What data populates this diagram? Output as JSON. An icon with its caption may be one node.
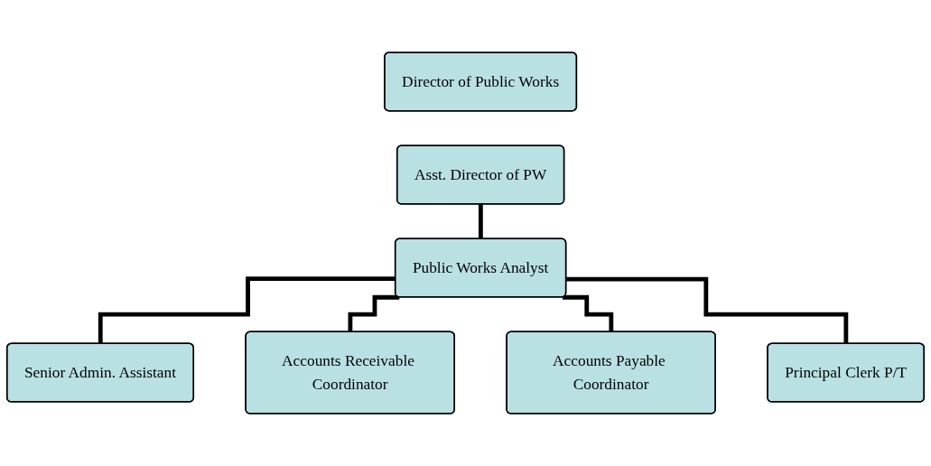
{
  "diagram": {
    "nodes": [
      {
        "text": [
          "Director of Public Works"
        ]
      },
      {
        "text": [
          "Asst. Director of PW"
        ]
      },
      {
        "text": [
          "Public Works Analyst"
        ]
      },
      {
        "text": [
          "Senior Admin. Assistant"
        ]
      },
      {
        "text": [
          "Accounts Receivable Coordinator"
        ]
      },
      {
        "text": [
          "Accounts Payable Coordinator"
        ]
      },
      {
        "text": [
          "Principal Clerk P/T"
        ]
      }
    ],
    "edges": [
      {
        "from": 1,
        "to": 2,
        "arrow": "none"
      },
      {
        "from": 2,
        "to": 3,
        "arrow": "none"
      },
      {
        "from": 2,
        "to": 4,
        "arrow": "none"
      },
      {
        "from": 2,
        "to": 5,
        "arrow": "none"
      },
      {
        "from": 2,
        "to": 6,
        "arrow": "none"
      }
    ]
  }
}
